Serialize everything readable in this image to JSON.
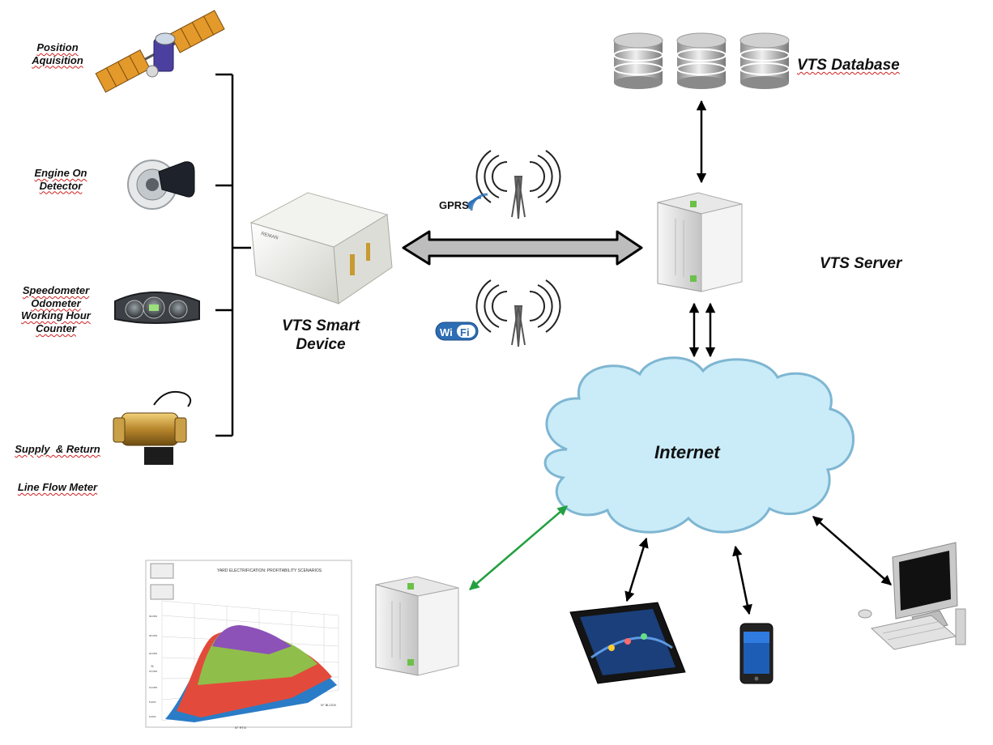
{
  "labels": {
    "position": [
      "Position",
      "Aquisition"
    ],
    "engine": [
      "Engine On",
      "Detector"
    ],
    "speedo": [
      "Speedometer",
      "Odometer",
      "Working Hour",
      "Counter"
    ],
    "flow": [
      "Supply  & Return",
      "Line Flow Meter"
    ],
    "device": [
      "VTS Smart",
      "Device"
    ],
    "database": "VTS Database",
    "server": "VTS Server",
    "internet": "Internet",
    "gprs": "GPRS",
    "wifi_wi": "Wi",
    "wifi_fi": "Fi",
    "device_brand": "REMAN"
  },
  "chart": {
    "title": "YARD ELECTRIFICATION: PROFITABILITY SCENARIOS",
    "y_label": "%",
    "x_label": "N° RTG",
    "z_label": "N° BLOCK",
    "y_ticks": [
      "30,00%",
      "25,00%",
      "20,00%",
      "15,00%",
      "10,00%",
      "5,00%",
      "0,00%"
    ]
  },
  "colors": {
    "arrow": "#000000",
    "green_arrow": "#22a040",
    "cloud_fill": "#c9ecf8",
    "cloud_stroke": "#7fb6d2",
    "double_arrow_fill": "#bdbdbd",
    "wavy_underline": "#d02020"
  }
}
